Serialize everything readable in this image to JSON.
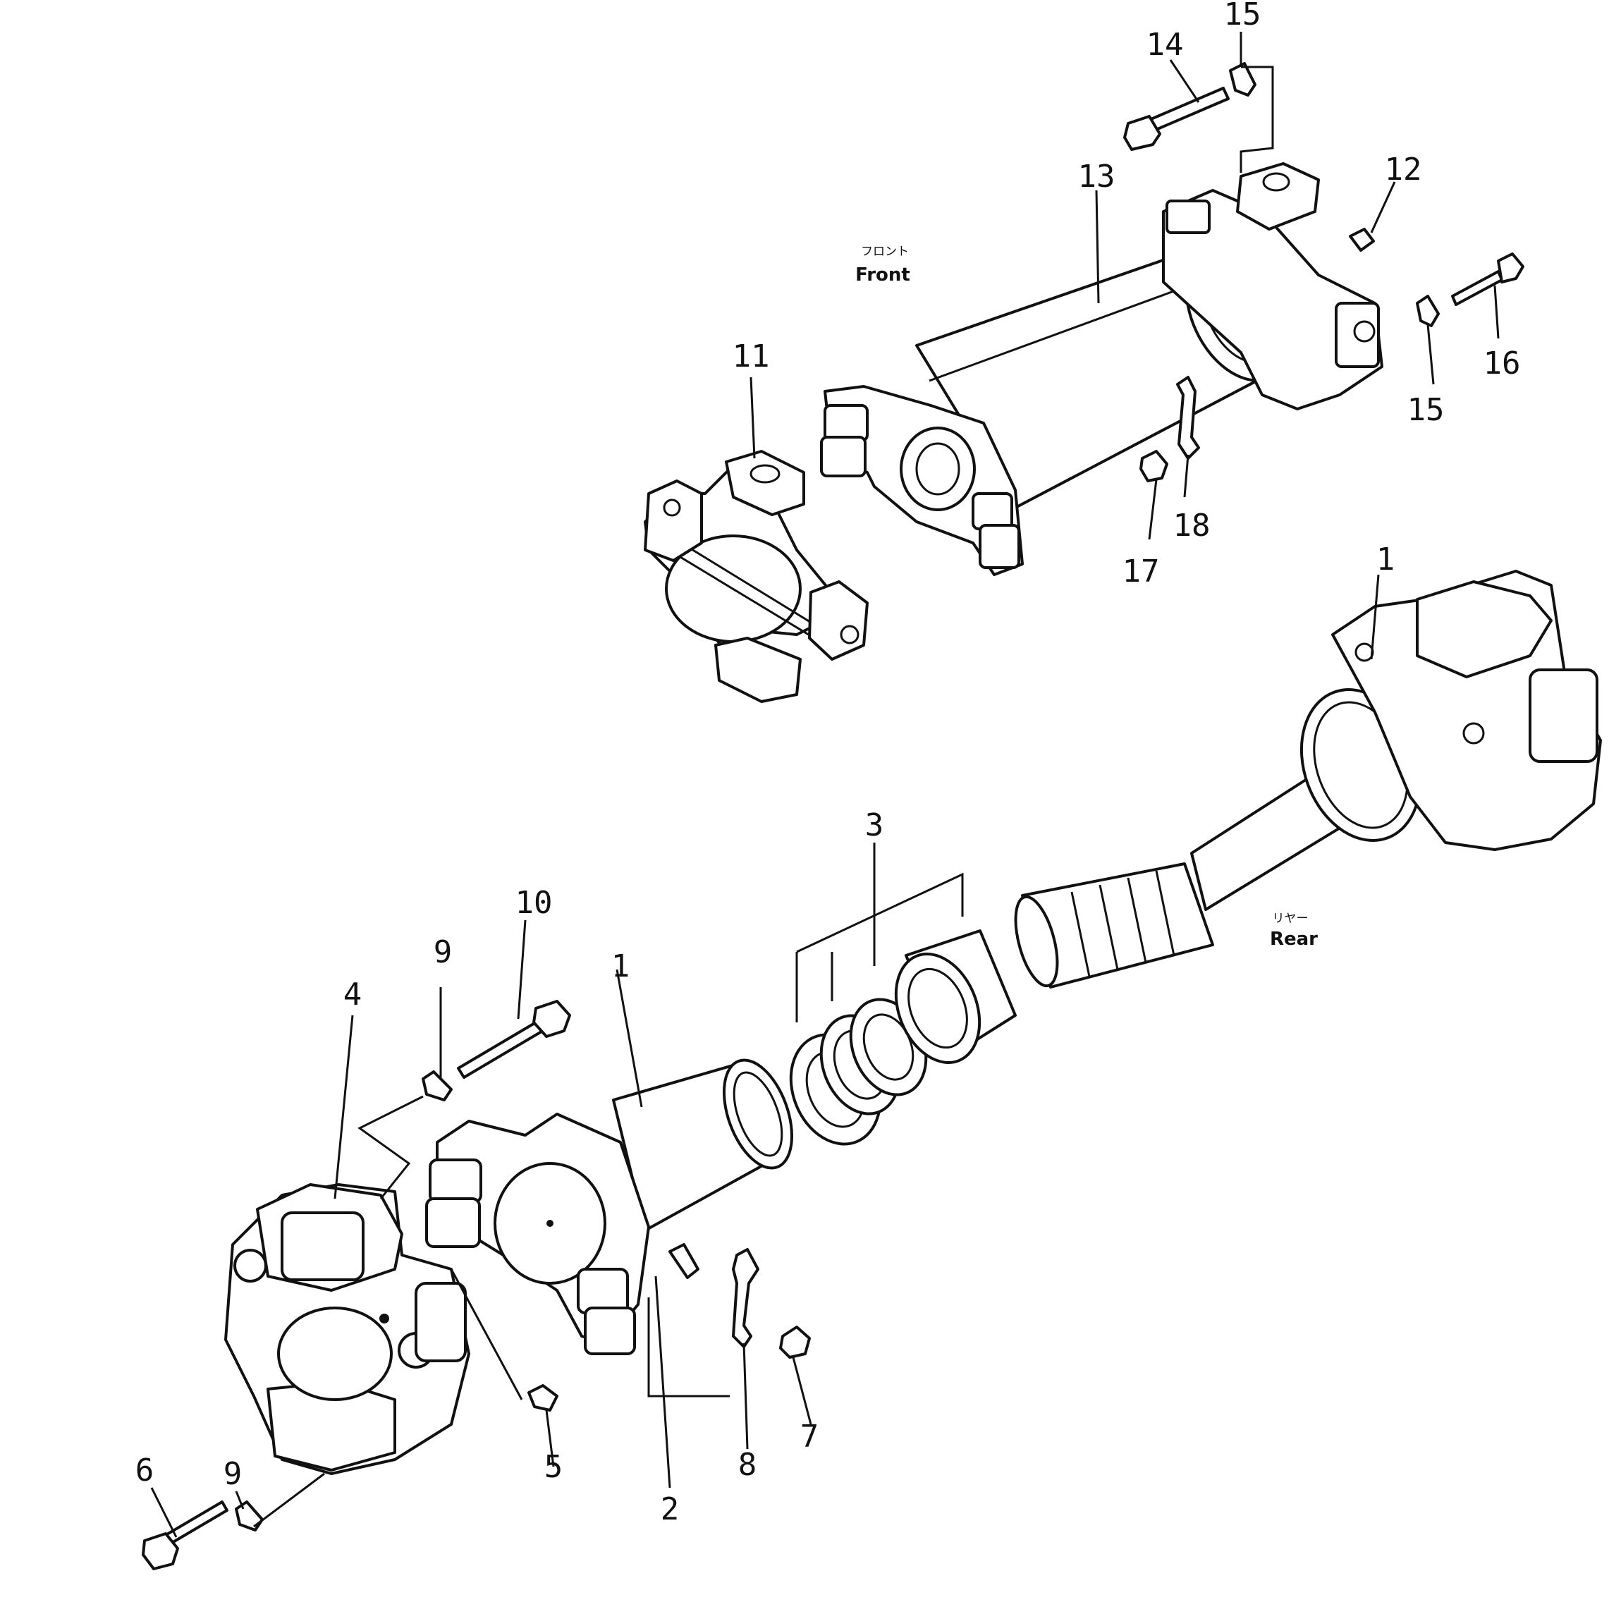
{
  "labels": {
    "front_jp": "フロント",
    "front_en": "Front",
    "rear_jp": "リヤー",
    "rear_en": "Rear"
  },
  "callouts": {
    "c1a": "1",
    "c1b": "1",
    "c2": "2",
    "c3": "3",
    "c4": "4",
    "c5": "5",
    "c6": "6",
    "c7": "7",
    "c8": "8",
    "c9a": "9",
    "c9b": "9",
    "c10": "10",
    "c11": "11",
    "c12": "12",
    "c13": "13",
    "c14": "14",
    "c15a": "15",
    "c15b": "15",
    "c16": "16",
    "c17": "17",
    "c18": "18"
  }
}
